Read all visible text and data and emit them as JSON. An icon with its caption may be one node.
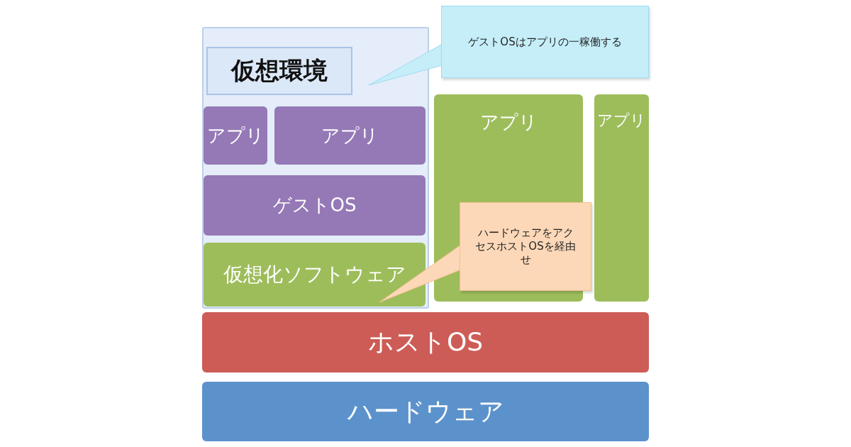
{
  "diagram": {
    "nodes": [
      {
        "text": [
          "仮想環境"
        ]
      },
      {
        "text": [
          "アプリ"
        ],
        "in": 0
      },
      {
        "text": [
          "アプリ"
        ],
        "in": 0
      },
      {
        "text": [
          "ゲストOS"
        ],
        "in": 0
      },
      {
        "text": [
          "仮想化ソフトウェア"
        ],
        "in": 0
      },
      {
        "text": [
          "アプリ"
        ]
      },
      {
        "text": [
          "アプリ"
        ]
      },
      {
        "text": [
          "ホストOS"
        ]
      },
      {
        "text": [
          "ハードウェア"
        ]
      },
      {
        "text": [
          "ゲストOSはアプリの一稼働する"
        ]
      },
      {
        "text": [
          "ハードウェアをアクセスホストOSを経由せ"
        ]
      }
    ],
    "edges": [
      {
        "from": 9,
        "to": 0,
        "arrow": "none"
      },
      {
        "from": 10,
        "to": 4,
        "arrow": "none"
      }
    ]
  }
}
